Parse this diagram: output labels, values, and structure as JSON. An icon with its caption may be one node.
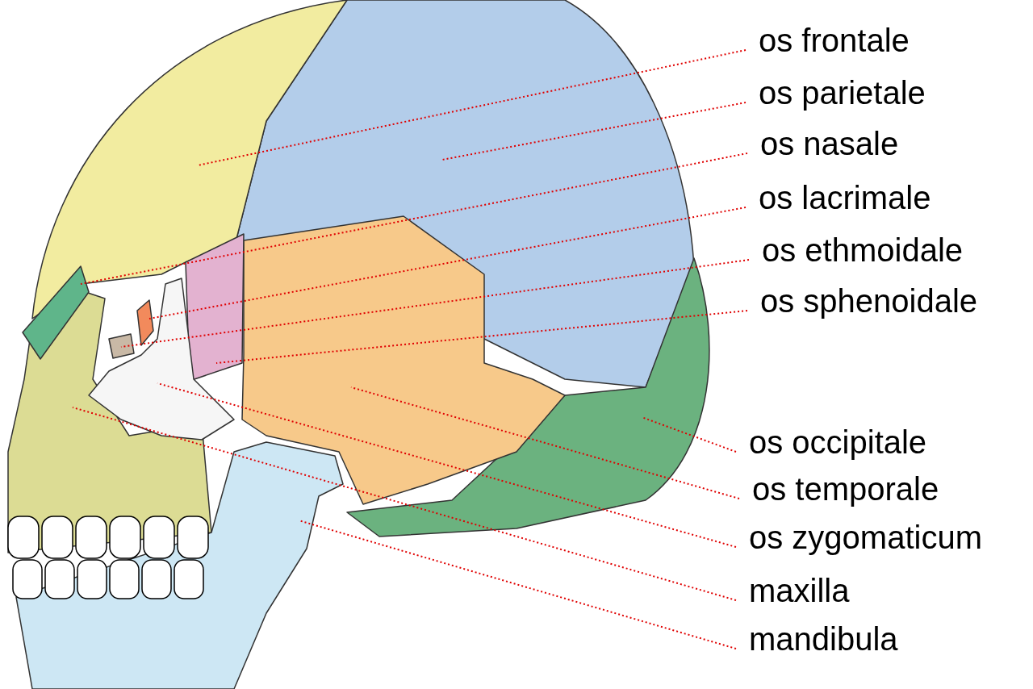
{
  "diagram": {
    "nodes": [
      {
        "text": [
          "os frontale"
        ]
      },
      {
        "text": [
          "os parietale"
        ]
      },
      {
        "text": [
          "os nasale"
        ]
      },
      {
        "text": [
          "os lacrimale"
        ]
      },
      {
        "text": [
          "os ethmoidale"
        ]
      },
      {
        "text": [
          "os sphenoidale"
        ]
      },
      {
        "text": [
          "os occipitale"
        ]
      },
      {
        "text": [
          "os temporale"
        ]
      },
      {
        "text": [
          "os zygomaticum"
        ]
      },
      {
        "text": [
          "maxilla"
        ]
      },
      {
        "text": [
          "mandibula"
        ]
      },
      {
        "text": [],
        "shape": "picture"
      },
      {
        "text": [],
        "shape": "picture"
      },
      {
        "text": [],
        "shape": "picture"
      },
      {
        "text": [],
        "shape": "picture"
      },
      {
        "text": [],
        "shape": "picture"
      },
      {
        "text": [],
        "shape": "picture"
      },
      {
        "text": [],
        "shape": "picture"
      },
      {
        "text": [],
        "shape": "picture"
      },
      {
        "text": [],
        "shape": "picture"
      },
      {
        "text": [],
        "shape": "picture"
      },
      {
        "text": [],
        "shape": "picture"
      }
    ],
    "edges": [
      {
        "from": 0,
        "to": 11,
        "arrow": "none"
      },
      {
        "from": 1,
        "to": 12,
        "arrow": "none"
      },
      {
        "from": 2,
        "to": 13,
        "arrow": "none"
      },
      {
        "from": 3,
        "to": 14,
        "arrow": "none"
      },
      {
        "from": 4,
        "to": 15,
        "arrow": "none"
      },
      {
        "from": 5,
        "to": 16,
        "arrow": "none"
      },
      {
        "from": 6,
        "to": 17,
        "arrow": "none"
      },
      {
        "from": 7,
        "to": 18,
        "arrow": "none"
      },
      {
        "from": 8,
        "to": 19,
        "arrow": "none"
      },
      {
        "from": 9,
        "to": 20,
        "arrow": "none"
      },
      {
        "from": 10,
        "to": 21,
        "arrow": "none"
      }
    ]
  }
}
